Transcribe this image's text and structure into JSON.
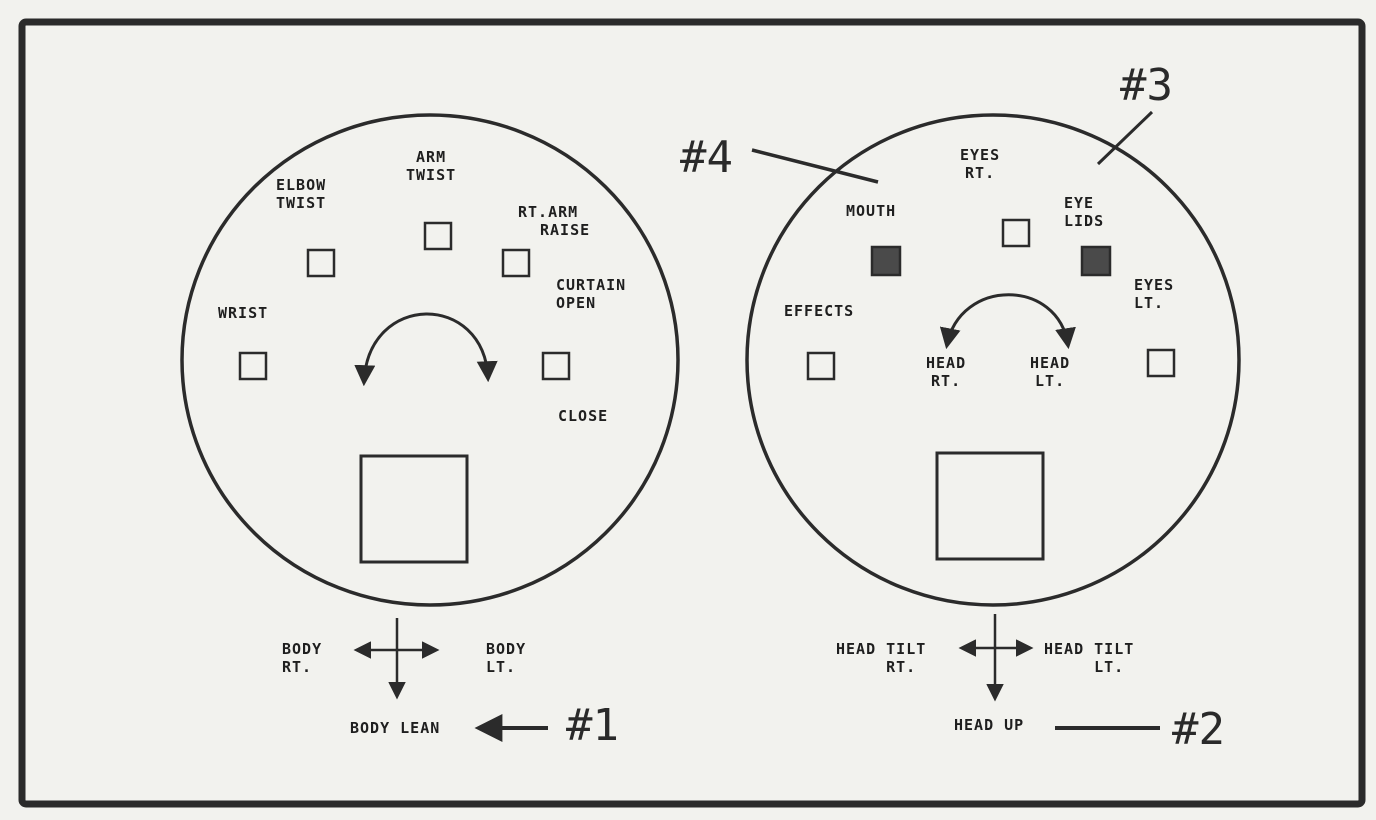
{
  "colors": {
    "ink": "#2b2b2b",
    "paper": "#f2f2ee",
    "filled": "#4a4a4a"
  },
  "left_panel": {
    "elbow_twist": [
      "ELBOW",
      "TWIST"
    ],
    "arm_twist": [
      "ARM",
      "TWIST"
    ],
    "rt_arm_raise": [
      "RT.ARM",
      "RAISE"
    ],
    "curtain_open": [
      "CURTAIN",
      "OPEN"
    ],
    "wrist": "WRIST",
    "close": "CLOSE",
    "body_rt": [
      "BODY",
      "RT."
    ],
    "body_lt": [
      "BODY",
      "LT."
    ],
    "body_lean": "BODY LEAN"
  },
  "right_panel": {
    "mouth": "MOUTH",
    "eyes_rt": [
      "EYES",
      "RT."
    ],
    "eye_lids": [
      "EYE",
      "LIDS"
    ],
    "eyes_lt": [
      "EYES",
      "LT."
    ],
    "effects": "EFFECTS",
    "head_rt": [
      "HEAD",
      "RT."
    ],
    "head_lt": [
      "HEAD",
      "LT."
    ],
    "head_tilt_rt": [
      "HEAD TILT",
      "RT."
    ],
    "head_tilt_lt": [
      "HEAD TILT",
      "LT."
    ],
    "head_up": "HEAD UP"
  },
  "callouts": {
    "c1": "#1",
    "c2": "#2",
    "c3": "#3",
    "c4": "#4"
  }
}
